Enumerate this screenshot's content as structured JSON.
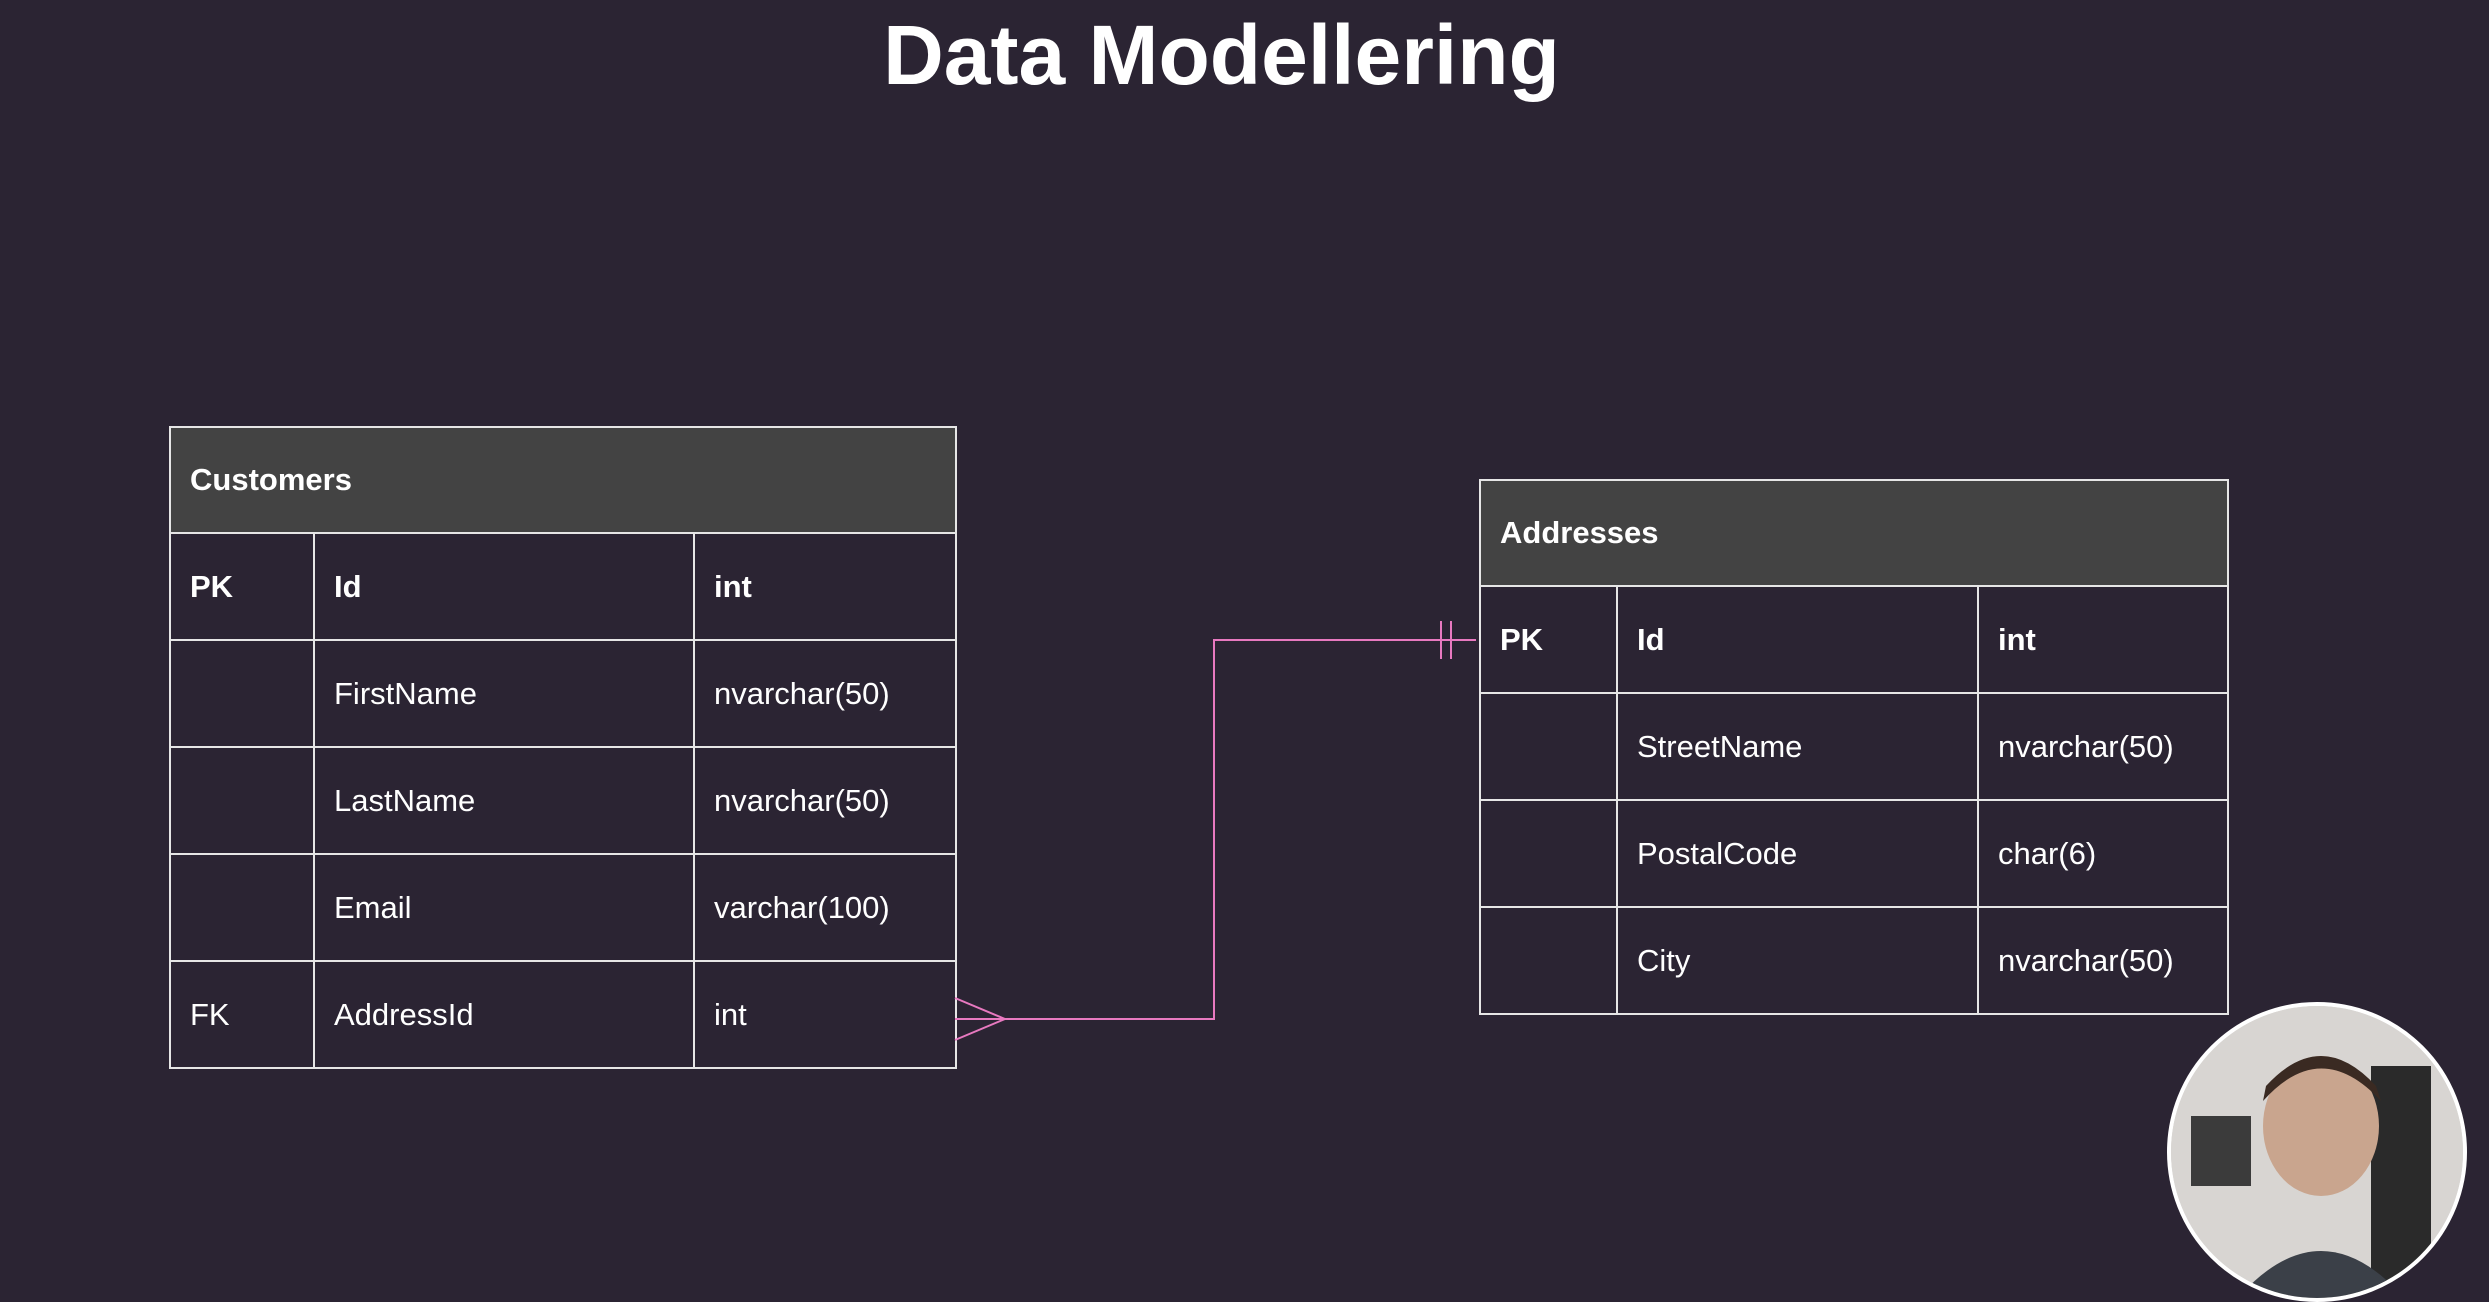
{
  "title": "Data Modellering",
  "colors": {
    "background": "#2b2433",
    "table_header": "#434343",
    "connector": "#e879c0",
    "text": "#ffffff"
  },
  "tables": [
    {
      "name": "Customers",
      "rows": [
        {
          "key": "PK",
          "column": "Id",
          "type": "int",
          "bold": true
        },
        {
          "key": "",
          "column": "FirstName",
          "type": "nvarchar(50)",
          "bold": false
        },
        {
          "key": "",
          "column": "LastName",
          "type": "nvarchar(50)",
          "bold": false
        },
        {
          "key": "",
          "column": "Email",
          "type": "varchar(100)",
          "bold": false
        },
        {
          "key": "FK",
          "column": "AddressId",
          "type": "int",
          "bold": false
        }
      ]
    },
    {
      "name": "Addresses",
      "rows": [
        {
          "key": "PK",
          "column": "Id",
          "type": "int",
          "bold": true
        },
        {
          "key": "",
          "column": "StreetName",
          "type": "nvarchar(50)",
          "bold": false
        },
        {
          "key": "",
          "column": "PostalCode",
          "type": "char(6)",
          "bold": false
        },
        {
          "key": "",
          "column": "City",
          "type": "nvarchar(50)",
          "bold": false
        }
      ]
    }
  ],
  "relationship": {
    "from": "Customers.AddressId",
    "to": "Addresses.Id",
    "from_end": "many",
    "to_end": "one"
  },
  "webcam": {
    "icon": "presenter-webcam-icon"
  }
}
